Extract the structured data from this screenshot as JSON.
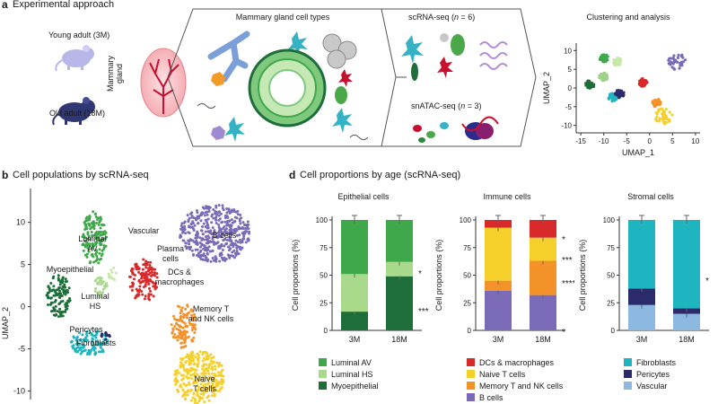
{
  "panel_a": {
    "letter": "a",
    "title": "Experimental approach",
    "young_label": "Young adult (3M)",
    "old_label": "Old adult (18M)",
    "gland_label": "Mammary gland",
    "cell_types_title": "Mammary gland cell types",
    "scrna_label": "scRNA-seq (",
    "scrna_n": "n",
    "scrna_val": " = 6)",
    "snatac_label": "snATAC-seq (",
    "snatac_n": "n",
    "snatac_val": " = 3)",
    "clustering_title": "Clustering and analysis"
  },
  "panel_b": {
    "letter": "b",
    "title": "Cell populations by scRNA-seq"
  },
  "panel_d": {
    "letter": "d",
    "title": "Cell proportions by age (scRNA-seq)"
  },
  "chart_data": [
    {
      "type": "scatter",
      "xlabel": "UMAP_1",
      "ylabel": "UMAP_2",
      "xticks": [
        "-15",
        "-10",
        "-5",
        "0",
        "5",
        "10"
      ],
      "yticks": [
        "10",
        "5",
        "0",
        "-5",
        "-10"
      ],
      "xlim": [
        -16,
        11
      ],
      "ylim": [
        -12,
        12
      ],
      "clusters": [
        {
          "color": "#3fa84a",
          "x": -10,
          "y": 8
        },
        {
          "color": "#1e6e3a",
          "x": -13,
          "y": 1
        },
        {
          "color": "#9fd18a",
          "x": -10,
          "y": 3
        },
        {
          "color": "#c7e9a8",
          "x": -7,
          "y": 7
        },
        {
          "color": "#7a6ab8",
          "x": 6,
          "y": 7
        },
        {
          "color": "#d82a2a",
          "x": -1.5,
          "y": 1.5
        },
        {
          "color": "#f4922a",
          "x": 1.5,
          "y": -4
        },
        {
          "color": "#f5cf2a",
          "x": 3,
          "y": -7.5
        },
        {
          "color": "#1fb5c0",
          "x": -8,
          "y": -2.5
        },
        {
          "color": "#2b2b6b",
          "x": -6.5,
          "y": -1.5
        }
      ]
    },
    {
      "type": "scatter",
      "xlabel": "",
      "ylabel": "UMAP_2",
      "yticks": [
        "10",
        "5",
        "0",
        "-5",
        "-10"
      ],
      "ylim": [
        -11,
        14
      ],
      "labels": {
        "luminal_av": "Luminal AV",
        "myoepithelial": "Myoepithelial",
        "luminal_hs": "Luminal HS",
        "pericytes": "Pericytes",
        "fibroblasts": "Fibroblasts",
        "vascular": "Vascular",
        "plasma": "Plasma cells",
        "b_cells": "B cells",
        "dcs": "DCs & macrophages",
        "memory": "Memory T and NK cells",
        "naive": "Naive T cells"
      }
    },
    {
      "type": "bar",
      "stacked": true,
      "title": "Epithelial cells",
      "ylabel": "Cell proportions (%)",
      "categories": [
        "3M",
        "18M"
      ],
      "ylim": [
        0,
        100
      ],
      "yticks": [
        "0",
        "25",
        "50",
        "75",
        "100"
      ],
      "series": [
        {
          "name": "Myoepithelial",
          "color": "#1e6e3a",
          "values": [
            17,
            49
          ]
        },
        {
          "name": "Luminal HS",
          "color": "#a9d98b",
          "values": [
            34,
            13
          ]
        },
        {
          "name": "Luminal AV",
          "color": "#3fa84a",
          "values": [
            49,
            38
          ]
        }
      ],
      "significance": [
        "*",
        "***"
      ]
    },
    {
      "type": "bar",
      "stacked": true,
      "title": "Immune cells",
      "ylabel": "Cell proportions (%)",
      "categories": [
        "3M",
        "18M"
      ],
      "ylim": [
        0,
        100
      ],
      "yticks": [
        "0",
        "25",
        "50",
        "75",
        "100"
      ],
      "series": [
        {
          "name": "B cells",
          "color": "#7a6ab8",
          "values": [
            36,
            32
          ]
        },
        {
          "name": "Memory T and NK cells",
          "color": "#f4922a",
          "values": [
            9,
            31
          ]
        },
        {
          "name": "Naive T cells",
          "color": "#f5cf2a",
          "values": [
            48,
            21
          ]
        },
        {
          "name": "DCs & macrophages",
          "color": "#d82a2a",
          "values": [
            7,
            16
          ]
        }
      ],
      "significance": [
        "*",
        "***",
        "****",
        "*"
      ]
    },
    {
      "type": "bar",
      "stacked": true,
      "title": "Stromal cells",
      "ylabel": "Cell proportions (%)",
      "categories": [
        "3M",
        "18M"
      ],
      "ylim": [
        0,
        100
      ],
      "yticks": [
        "0",
        "25",
        "50",
        "75",
        "100"
      ],
      "series": [
        {
          "name": "Vascular",
          "color": "#8db8e0",
          "values": [
            23,
            15
          ]
        },
        {
          "name": "Pericytes",
          "color": "#2b2b6b",
          "values": [
            15,
            5
          ]
        },
        {
          "name": "Fibroblasts",
          "color": "#1fb5c0",
          "values": [
            62,
            80
          ]
        }
      ],
      "significance": [
        "*"
      ]
    }
  ],
  "legends": {
    "epithelial": [
      {
        "label": "Luminal AV",
        "color": "#3fa84a"
      },
      {
        "label": "Luminal HS",
        "color": "#a9d98b"
      },
      {
        "label": "Myoepithelial",
        "color": "#1e6e3a"
      }
    ],
    "immune": [
      {
        "label": "DCs & macrophages",
        "color": "#d82a2a"
      },
      {
        "label": "Naive T cells",
        "color": "#f5cf2a"
      },
      {
        "label": "Memory T and NK cells",
        "color": "#f4922a"
      },
      {
        "label": "B cells",
        "color": "#7a6ab8"
      }
    ],
    "stromal": [
      {
        "label": "Fibroblasts",
        "color": "#1fb5c0"
      },
      {
        "label": "Pericytes",
        "color": "#2b2b6b"
      },
      {
        "label": "Vascular",
        "color": "#8db8e0"
      }
    ]
  }
}
